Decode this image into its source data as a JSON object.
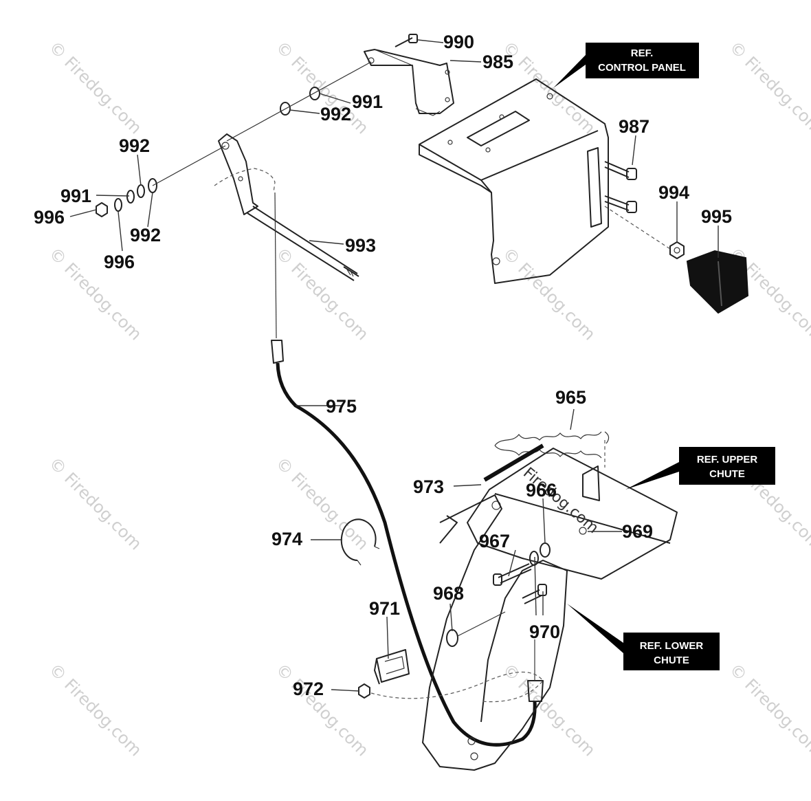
{
  "diagram": {
    "watermark_text": "© Firedog.com",
    "watermark_center_text": "Firedog.com",
    "part_labels": {
      "p990": "990",
      "p985": "985",
      "p991_top": "991",
      "p992_top": "992",
      "p992_a": "992",
      "p991_left": "991",
      "p996_a": "996",
      "p992_b": "992",
      "p996_b": "996",
      "p993": "993",
      "p987": "987",
      "p994": "994",
      "p995": "995",
      "p975": "975",
      "p965": "965",
      "p973": "973",
      "p966": "966",
      "p969": "969",
      "p974": "974",
      "p967": "967",
      "p968": "968",
      "p971": "971",
      "p970": "970",
      "p972": "972"
    },
    "ref_labels": {
      "control_panel_line1": "REF.",
      "control_panel_line2": "CONTROL PANEL",
      "upper_chute_line1": "REF. UPPER",
      "upper_chute_line2": "CHUTE",
      "lower_chute_line1": "REF. LOWER",
      "lower_chute_line2": "CHUTE"
    }
  }
}
